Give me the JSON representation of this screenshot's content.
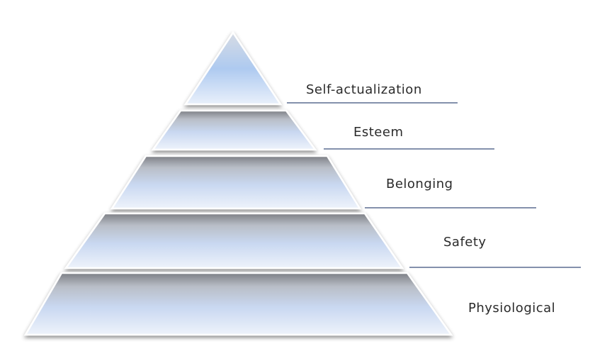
{
  "diagram": {
    "tiers": [
      {
        "name": "Self-actualization"
      },
      {
        "name": "Esteem"
      },
      {
        "name": "Belonging"
      },
      {
        "name": "Safety"
      },
      {
        "name": "Physiological"
      }
    ],
    "colors": {
      "fill_light": "#eef3fb",
      "fill_blue": "#a9c3ec",
      "fill_gray": "#7d7f85",
      "edge": "#ffffff",
      "leader_line": "#3a4f7a",
      "text": "#2b2b2b"
    }
  }
}
